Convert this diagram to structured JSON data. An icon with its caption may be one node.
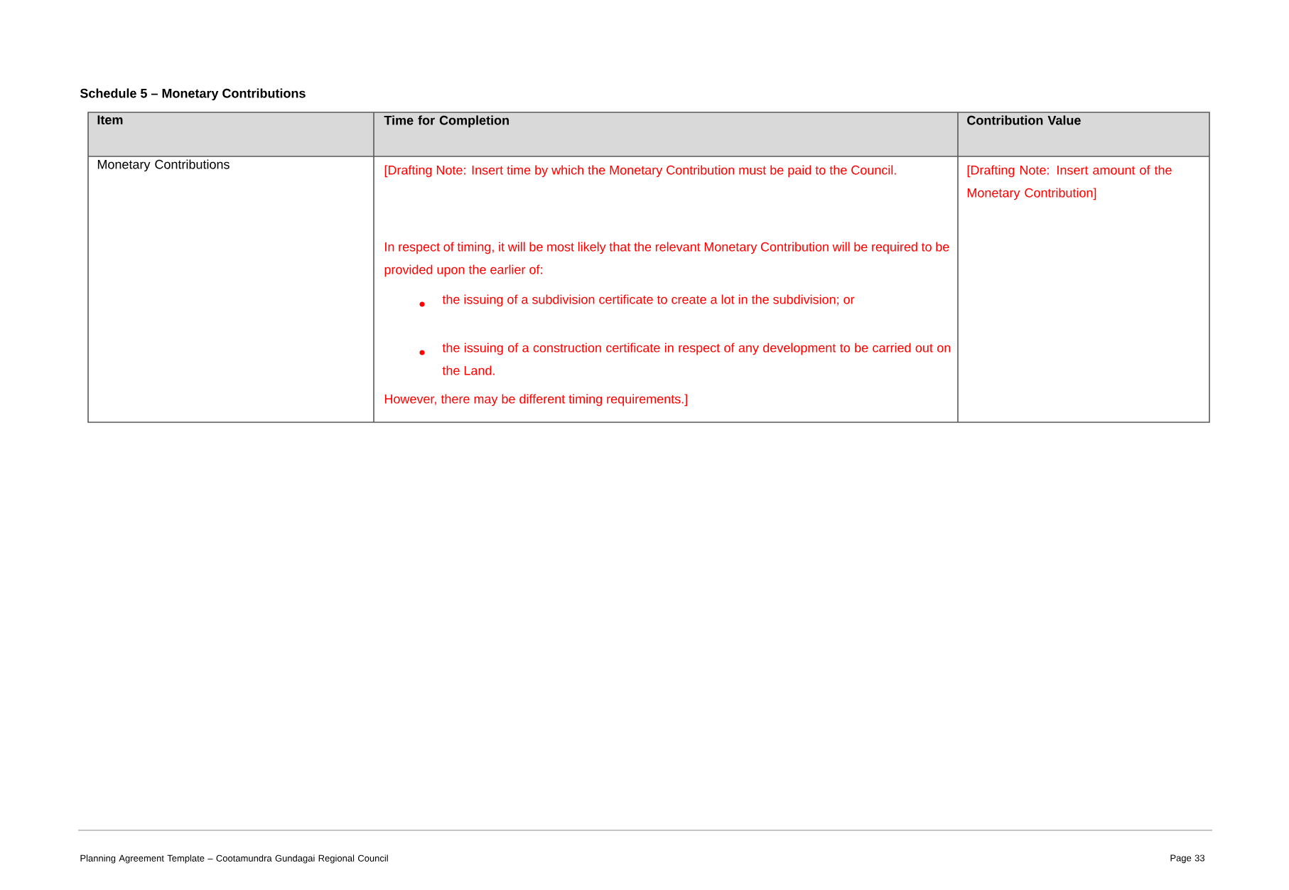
{
  "diagram": {
    "title": "Schedule 5 – Monetary Contributions",
    "labels": [
      "Item",
      "Time for Completion",
      "Contribution Value",
      "Monetary Contributions",
      "[Drafting Note: Insert time by which the Monetary Contribution must be paid to the Council.",
      "In respect of timing, it will be most likely that the relevant Monetary Contribution will be required to be provided upon the earlier of:",
      "the issuing of a subdivision certificate to create a lot in the subdivision; or",
      "the issuing of a construction certificate in respect of any development to be carried out on the Land.",
      "However, there may be different timing requirements.]",
      "[Drafting Note: Insert amount of the Monetary Contribution]",
      "Planning Agreement Template – Cootamundra Gundagai Regional Council",
      "Page 33"
    ]
  }
}
